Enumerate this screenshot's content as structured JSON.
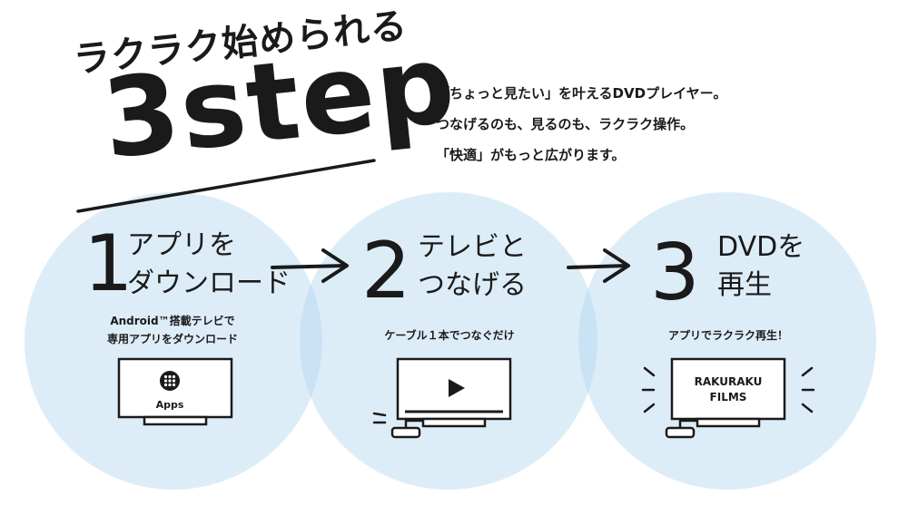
{
  "header": {
    "subtitle": "ラクラク始められる",
    "title": "3step"
  },
  "intro": {
    "lines": [
      "「ちょっと見たい」を叶えるDVDプレイヤー。",
      "つなげるのも、見るのも、ラクラク操作。",
      "「快適」がもっと広がります。"
    ]
  },
  "steps": [
    {
      "number": "1",
      "title_line1": "アプリを",
      "title_line2": "ダウンロード",
      "caption_line1": "Android™搭載テレビで",
      "caption_line2": "専用アプリをダウンロード",
      "screen_text": "Apps",
      "icon": "apps-grid-icon"
    },
    {
      "number": "2",
      "title_line1": "テレビと",
      "title_line2": "つなげる",
      "caption_line1": "ケーブル１本でつなぐだけ",
      "icon": "play-icon"
    },
    {
      "number": "3",
      "title_line1": "DVDを",
      "title_line2": "再生",
      "caption_line1": "アプリでラクラク再生！",
      "screen_line1": "RAKURAKU",
      "screen_line2": "FILMS"
    }
  ],
  "colors": {
    "circle": "#cfe6f7",
    "ink": "#1a1a1a"
  }
}
